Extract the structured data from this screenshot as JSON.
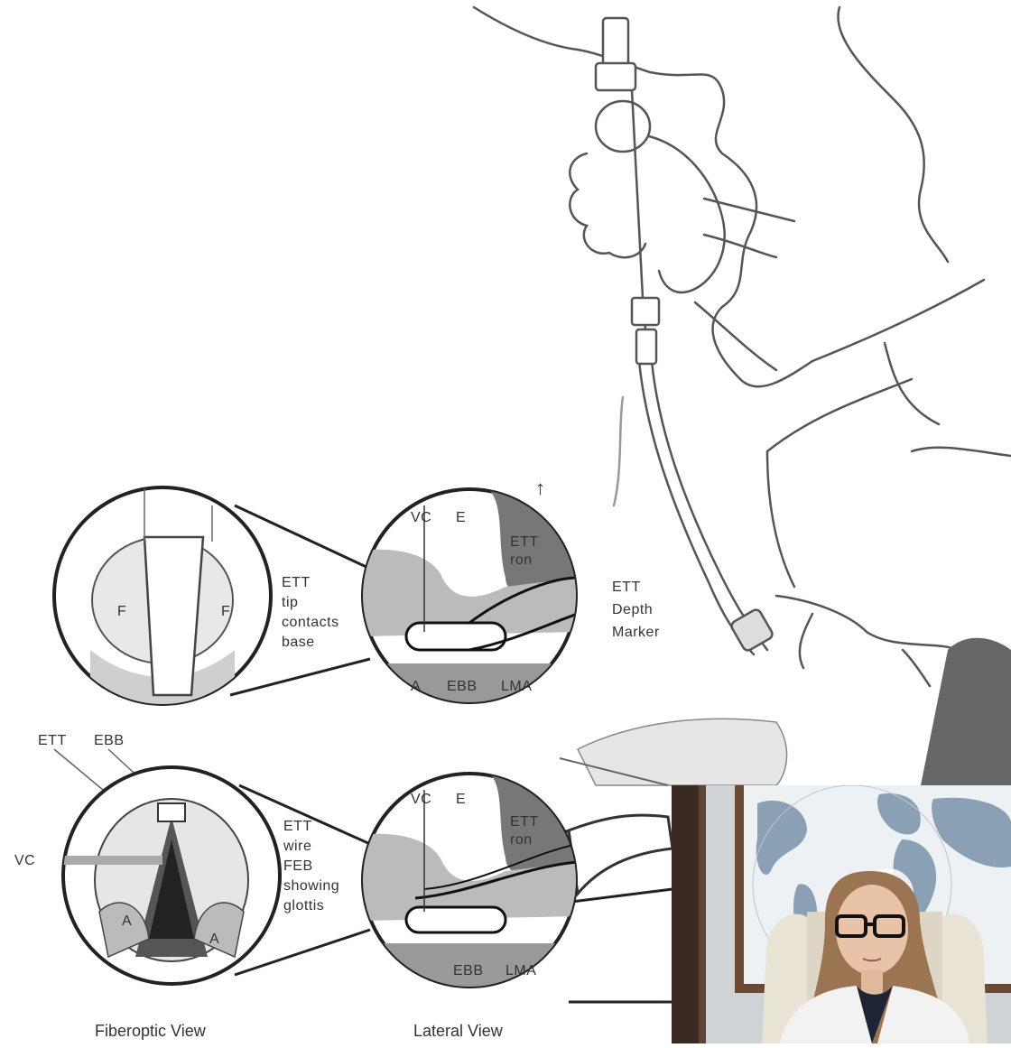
{
  "diagram": {
    "labels": {
      "ett_top": "ETT",
      "ebb_top": "EBB",
      "vc_left": "VC",
      "f_left": "F",
      "f_right": "F",
      "ett_tip_contacts_base": [
        "ETT",
        "tip",
        "contacts",
        "base"
      ],
      "vc_top_lateral": "VC",
      "e_top_lateral": "E",
      "ett_ron_top": [
        "ETT",
        "ron"
      ],
      "a_top": "A",
      "ebb_top_lateral": "EBB",
      "lma_top": "LMA",
      "ett_depth_marker": [
        "ETT",
        "Depth",
        "Marker"
      ],
      "vc_bottom_lateral": "VC",
      "e_bottom_lateral": "E",
      "ett_ron_bottom": [
        "ETT",
        "ron"
      ],
      "ett_wire_showing": [
        "ETT",
        "wire",
        "FEB",
        "showing",
        "glottis"
      ],
      "a_bottom_left": "A",
      "a_bottom_right": "A",
      "ebb_bottom_lateral": "EBB",
      "lma_bottom": "LMA",
      "caption_fiberoptic": "Fiberoptic View",
      "caption_lateral": "Lateral View"
    }
  },
  "webcam": {
    "colors": {
      "frame": "#3a2a22",
      "wall": "#cfd3d6",
      "map_ocean": "#eef1f4",
      "map_land": "#8aa0b4",
      "chair": "#e9e3d6",
      "hair": "#9b7452",
      "skin": "#e8c3a8",
      "coat": "#f2f2f2",
      "top": "#1d2433"
    }
  }
}
